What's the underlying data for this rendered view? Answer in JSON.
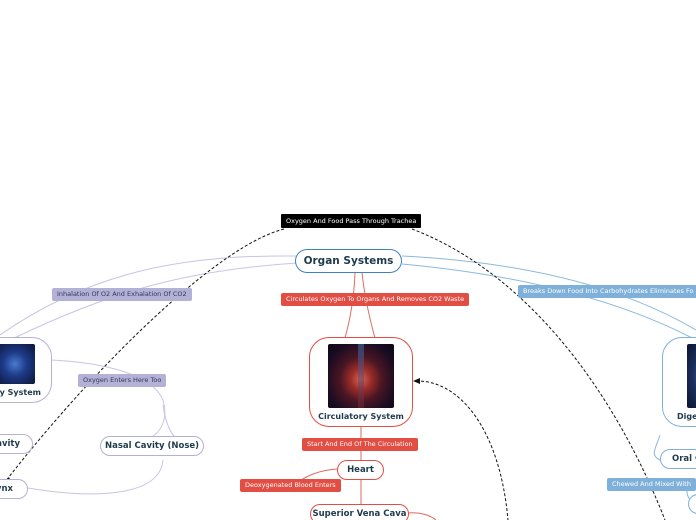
{
  "root": {
    "label": "Organ Systems"
  },
  "top_note": "Oxygen And Food Pass Through Trachea",
  "left_branch": {
    "relation": "Inhalation Of O2 And Exhalation Of CO2",
    "system": "Respiratory System",
    "system_visible": "ry System",
    "oxygen_note": "Oxygen Enters Here Too",
    "nasal": "Nasal Cavity (Nose)",
    "cavity_partial": "avity",
    "pharynx_partial": "ynx"
  },
  "center_branch": {
    "relation": "Circulates Oxygen To Organs And Removes CO2 Waste",
    "system": "Circulatory System",
    "start_note": "Start And End Of The Circulation",
    "heart": "Heart",
    "deoxy_note": "Deoxygenated Blood Enters",
    "vena_cava": "Superior Vena Cava"
  },
  "right_branch": {
    "relation": "Breaks Down Food Into Carbohydrates Eliminates Fo",
    "system_partial": "Diges",
    "oral_partial": "Oral C",
    "chewed_note": "Chewed And Mixed With"
  },
  "colors": {
    "root_border": "#3e83bd",
    "red_accent": "#e24e44",
    "lavender": "#b4b1d6",
    "blue_tag": "#7fb0d9",
    "link_blue": "#8ab9de",
    "link_lav": "#c7c5e3"
  }
}
